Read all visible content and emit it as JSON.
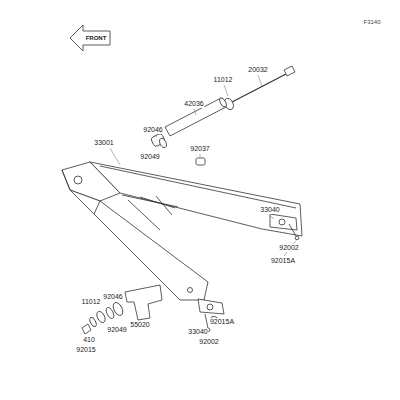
{
  "diagram": {
    "labels": [
      "F3140",
      "FRONT",
      "20032",
      "11012",
      "42036",
      "92046",
      "33001",
      "92037",
      "92049",
      "33040",
      "92002",
      "92015A",
      "11012",
      "92046",
      "410",
      "92049",
      "55020",
      "92015A",
      "33040",
      "92002",
      "92015"
    ]
  }
}
